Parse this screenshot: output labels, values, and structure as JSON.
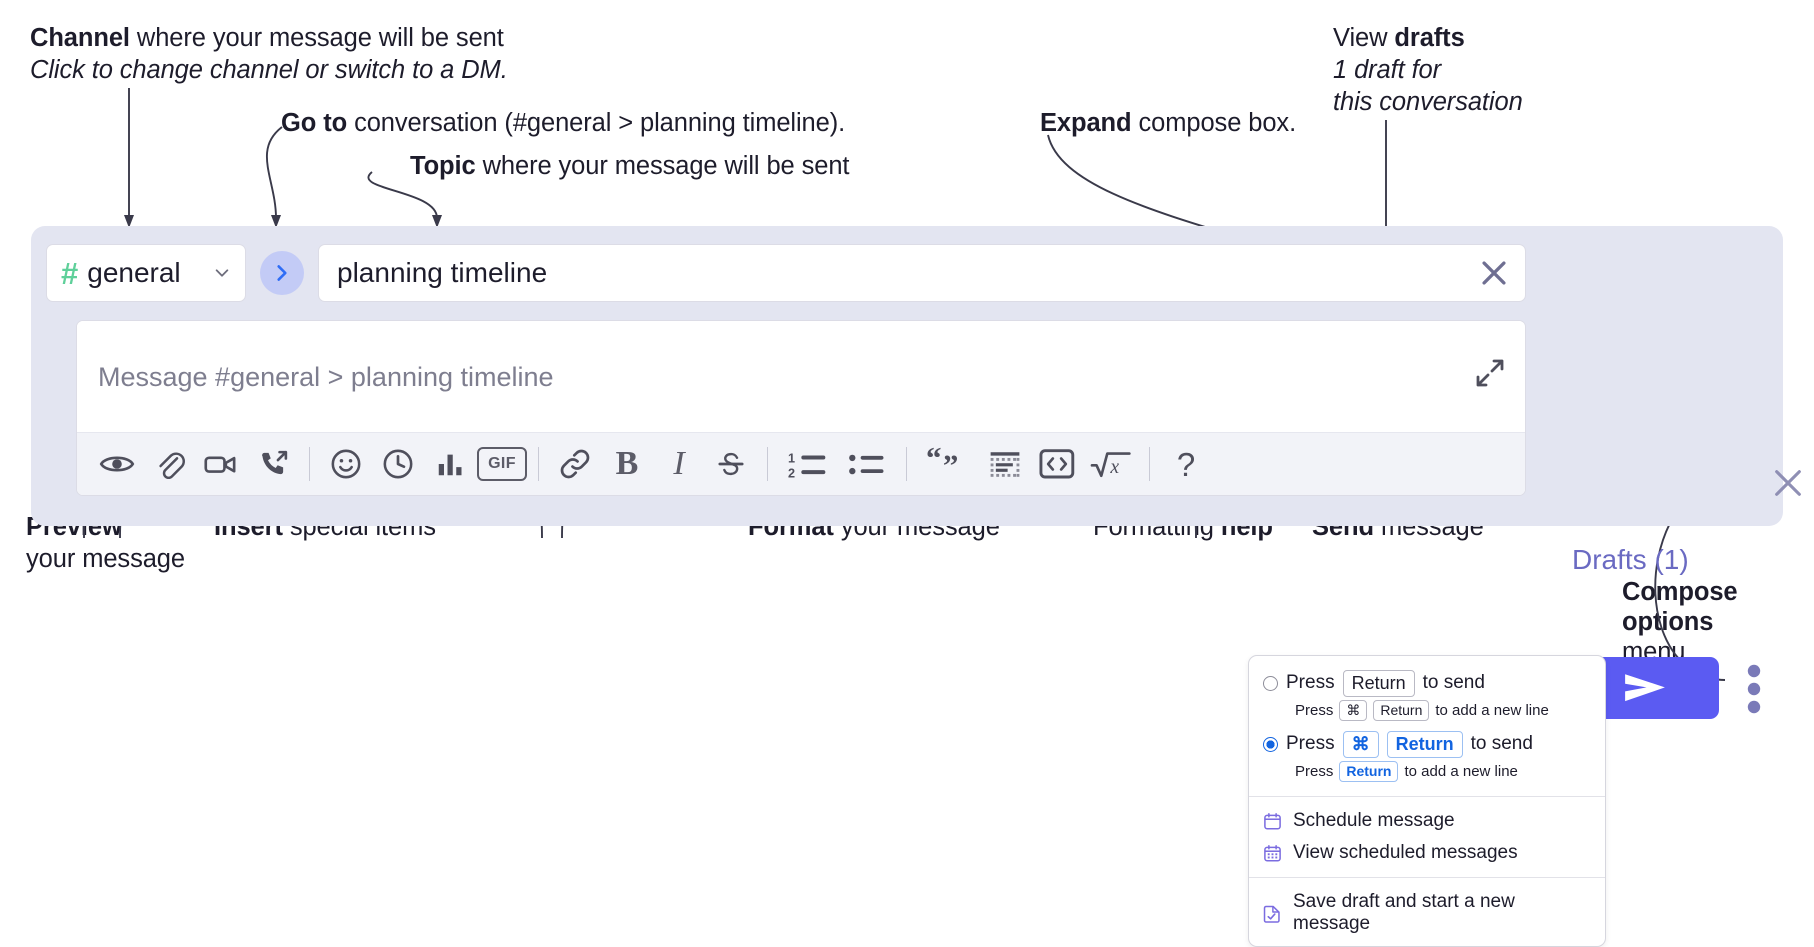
{
  "annotations": {
    "channel": {
      "line1_bold": "Channel",
      "line1_rest": " where your message will be sent",
      "line2_italic": "Click to change channel or switch to a DM."
    },
    "goto": {
      "bold": "Go to",
      "rest": " conversation (#general > planning timeline)."
    },
    "topic": {
      "bold": "Topic",
      "rest": " where your message will be sent"
    },
    "expand": {
      "bold": "Expand",
      "rest": " compose box."
    },
    "drafts": {
      "line1_plain": "View ",
      "line1_bold": "drafts",
      "line2_italic": "1 draft for",
      "line3_italic": "this conversation"
    },
    "preview": {
      "bold": "Preview",
      "line2": "your message"
    },
    "insert": {
      "bold": "Insert",
      "rest": " special items"
    },
    "format": {
      "bold": "Format",
      "rest": " your message"
    },
    "help": {
      "plain": "Formatting ",
      "bold": "help"
    },
    "send": {
      "bold": "Send",
      "rest": " message"
    },
    "compose_options": {
      "line1": "Compose",
      "line2": "options",
      "line3": "menu"
    }
  },
  "compose": {
    "channel_selector": {
      "hash": "#",
      "name": "general",
      "icon": "chevron-down-icon"
    },
    "goto_button": {
      "icon": "chevron-right-icon"
    },
    "topic_field": {
      "value": "planning timeline",
      "clear_icon": "close-icon"
    },
    "message_input": {
      "placeholder": "Message #general > planning timeline",
      "value": ""
    },
    "expand_icon": "expand-diagonal-icon",
    "drafts_label": "Drafts (1)",
    "close_icon": "close-icon",
    "send_icon": "send-paperplane-icon",
    "kebab_icon": "more-vertical-icon",
    "toolbar": [
      {
        "name": "preview-icon",
        "type": "svg",
        "label": "Preview"
      },
      {
        "name": "attachment-icon",
        "type": "svg",
        "label": "Attach file"
      },
      {
        "name": "video-icon",
        "type": "svg",
        "label": "Record video clip"
      },
      {
        "name": "call-forward-icon",
        "type": "svg",
        "label": "Audio clip"
      },
      {
        "name": "separator",
        "type": "sep",
        "label": ""
      },
      {
        "name": "emoji-icon",
        "type": "svg",
        "label": "Emoji"
      },
      {
        "name": "clock-icon",
        "type": "svg",
        "label": "Schedule"
      },
      {
        "name": "poll-icon",
        "type": "svg",
        "label": "Poll"
      },
      {
        "name": "gif-icon",
        "type": "gif",
        "label": "GIF"
      },
      {
        "name": "separator",
        "type": "sep",
        "label": ""
      },
      {
        "name": "link-icon",
        "type": "svg",
        "label": "Link"
      },
      {
        "name": "bold-icon",
        "type": "text",
        "label": "B"
      },
      {
        "name": "italic-icon",
        "type": "text",
        "label": "I"
      },
      {
        "name": "strikethrough-icon",
        "type": "svg",
        "label": "Strikethrough"
      },
      {
        "name": "separator",
        "type": "sep",
        "label": ""
      },
      {
        "name": "ordered-list-icon",
        "type": "svg",
        "label": "Ordered list"
      },
      {
        "name": "bulleted-list-icon",
        "type": "svg",
        "label": "Bulleted list"
      },
      {
        "name": "separator",
        "type": "sep",
        "label": ""
      },
      {
        "name": "blockquote-icon",
        "type": "text",
        "label": "“”"
      },
      {
        "name": "codeblock-icon",
        "type": "svg",
        "label": "Code block"
      },
      {
        "name": "code-icon",
        "type": "svg",
        "label": "Code"
      },
      {
        "name": "latex-icon",
        "type": "svg",
        "label": "LaTeX"
      },
      {
        "name": "separator",
        "type": "sep",
        "label": ""
      },
      {
        "name": "help-icon",
        "type": "text",
        "label": "?"
      }
    ]
  },
  "menu": {
    "option1": {
      "selected": false,
      "main_prefix": "Press",
      "main_key": "Return",
      "main_suffix": "to send",
      "sub_prefix": "Press",
      "sub_key1": "⌘",
      "sub_key2": "Return",
      "sub_suffix": "to add a new line"
    },
    "option2": {
      "selected": true,
      "main_prefix": "Press",
      "main_key1": "⌘",
      "main_key2": "Return",
      "main_suffix": "to send",
      "sub_prefix": "Press",
      "sub_key": "Return",
      "sub_suffix": "to add a new line"
    },
    "items": [
      {
        "icon": "calendar-icon",
        "label": "Schedule message"
      },
      {
        "icon": "calendar-grid-icon",
        "label": "View scheduled messages"
      },
      {
        "icon": "save-draft-icon",
        "label": "Save draft and start a new message"
      }
    ]
  },
  "colors": {
    "accent": "#5b5bf2",
    "hash_green": "#5fd09a",
    "goto_blue": "#2f6df6",
    "drafts_purple": "#6a6ac2",
    "panel_bg": "#e3e5f1",
    "toolbar_bg": "#f2f3f8",
    "key_blue": "#1264e0"
  }
}
